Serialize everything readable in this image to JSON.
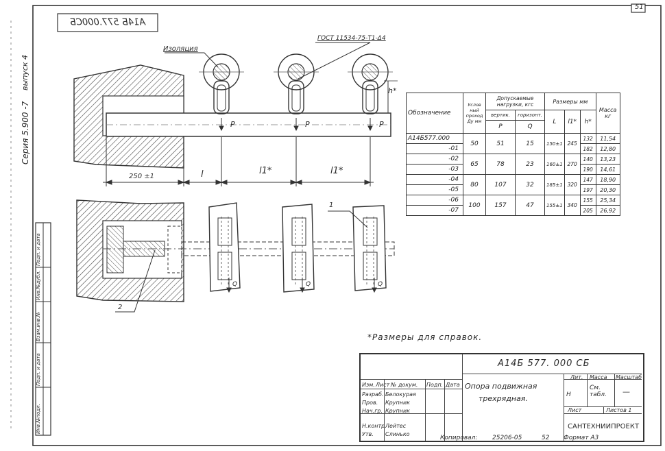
{
  "page_number": "51",
  "top_code_mirrored": "А14Б 577.000СБ",
  "side_series": "Серия 5.900 -7",
  "side_issue": "выпуск 4",
  "side_labels": [
    "Инв.№подл.",
    "Подп. и дата",
    "Взам.инв.№",
    "Инв.№дубл.",
    "Подп. и дата"
  ],
  "labels": {
    "insulation": "Изоляция",
    "weld": "ГОСТ 11534-75-Т1-Δ4",
    "load_p": "P",
    "h_star": "h*",
    "dim_250": "250 ±1",
    "dim_l": "l",
    "dim_l1": "l1*",
    "pos_1": "1",
    "pos_2": "2",
    "q_mark": "Q",
    "footnote": "*Размеры для справок."
  },
  "table": {
    "h_designation": "Обозначение",
    "h_dn": "Услов ный проход Ду мм",
    "h_loads": "Допускаемые нагрузки, кгс",
    "h_vert": "вертик.",
    "h_horiz": "горизонт.",
    "h_p": "P",
    "h_q": "Q",
    "h_dims": "Размеры мм",
    "h_l": "L",
    "h_l1": "l1*",
    "h_h": "h*",
    "h_mass": "Масса кг",
    "rows": [
      {
        "des": "А14Б577.000",
        "h": "132",
        "mass": "11,54"
      },
      {
        "des": "-01",
        "h": "182",
        "mass": "12,80"
      },
      {
        "des": "-02",
        "h": "140",
        "mass": "13,23"
      },
      {
        "des": "-03",
        "h": "190",
        "mass": "14,61"
      },
      {
        "des": "-04",
        "h": "147",
        "mass": "18,90"
      },
      {
        "des": "-05",
        "h": "197",
        "mass": "20,30"
      },
      {
        "des": "-06",
        "h": "155",
        "mass": "25,34"
      },
      {
        "des": "-07",
        "h": "205",
        "mass": "26,92"
      }
    ],
    "groups": [
      {
        "dn": "50",
        "p": "51",
        "q": "15",
        "l": "150±1",
        "l1": "245"
      },
      {
        "dn": "65",
        "p": "78",
        "q": "23",
        "l": "160±1",
        "l1": "270"
      },
      {
        "dn": "80",
        "p": "107",
        "q": "32",
        "l": "185±1",
        "l1": "320"
      },
      {
        "dn": "100",
        "p": "157",
        "q": "47",
        "l": "155±1",
        "l1": "340"
      }
    ]
  },
  "title_block": {
    "doc_code": "А14Б 577. 000 СБ",
    "name_line1": "Опора подвижная",
    "name_line2": "трехрядная.",
    "h_izm": "Изм.",
    "h_list": "Лист",
    "h_ndoc": "№ докум.",
    "h_podp": "Подп.",
    "h_data": "Дата",
    "r_razrab": "Разраб.",
    "r_razrab_name": "Белокурая",
    "r_prov": "Пров.",
    "r_prov_name": "Крупник",
    "r_nach": "Нач.гр.",
    "r_nach_name": "Крупник",
    "r_nkontr": "Н.контр.",
    "r_nkontr_name": "Лейтес",
    "r_utv": "Утв.",
    "r_utv_name": "Слинько",
    "h_lit": "Лит.",
    "h_mass": "Масса",
    "h_scale": "Масштаб",
    "lit_value": "Н",
    "mass_value": "См. табл.",
    "scale_value": "—",
    "sheet_label": "Лист",
    "sheets_label": "Листов 1",
    "org": "САНТЕХНИИПРОЕКТ"
  },
  "bottom": {
    "copied": "Копировал:",
    "order": "25206-05",
    "num": "52",
    "format": "Формат А3"
  }
}
